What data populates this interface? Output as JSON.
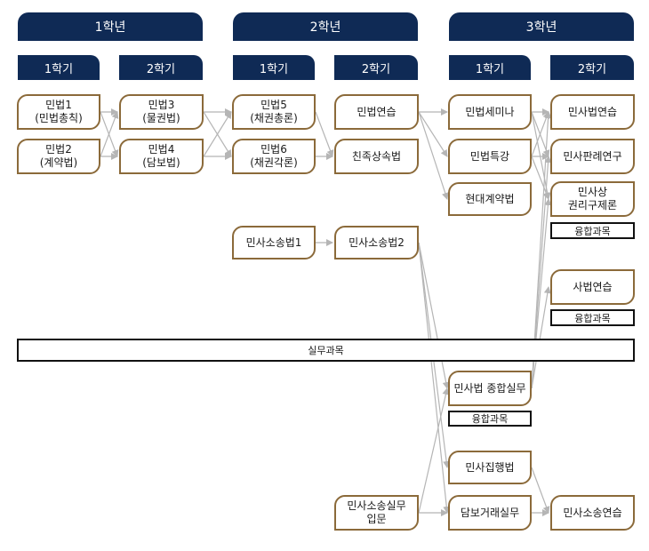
{
  "years": {
    "y1": "1학년",
    "y2": "2학년",
    "y3": "3학년"
  },
  "semesters": {
    "s1": "1학기",
    "s2": "2학기"
  },
  "courses": {
    "minbeop1": "민법1\n(민법총칙)",
    "minbeop2": "민법2\n(계약법)",
    "minbeop3": "민법3\n(물권법)",
    "minbeop4": "민법4\n(담보법)",
    "minbeop5": "민법5\n(채권총론)",
    "minbeop6": "민법6\n(채권각론)",
    "minbeop_yeonseup": "민법연습",
    "chinjok": "친족상속법",
    "minsa_sosong1": "민사소송법1",
    "minsa_sosong2": "민사소송법2",
    "minbeop_seminar": "민법세미나",
    "minbeop_teukgang": "민법특강",
    "hyeondae_gyeyak": "현대계약법",
    "minsabeop_yeonseup": "민사법연습",
    "minsa_panrye": "민사판례연구",
    "minsa_sang": "민사상\n권리구제론",
    "sabeop_yeonseup": "사법연습",
    "minsabeop_jonghap": "민사법 종합실무",
    "minsa_jiphaeng": "민사집행법",
    "dambo_georae": "담보거래실무",
    "minsa_sosong_yeonseup": "민사소송연습",
    "minsa_sosong_ipmun": "민사소송실무\n입문"
  },
  "tags": {
    "fusion": "융합과목"
  },
  "practice_bar": "실무과목",
  "colors": {
    "header": "#0f2a55",
    "node_border": "#8b6a3a",
    "arrow": "#b5b5b5"
  }
}
